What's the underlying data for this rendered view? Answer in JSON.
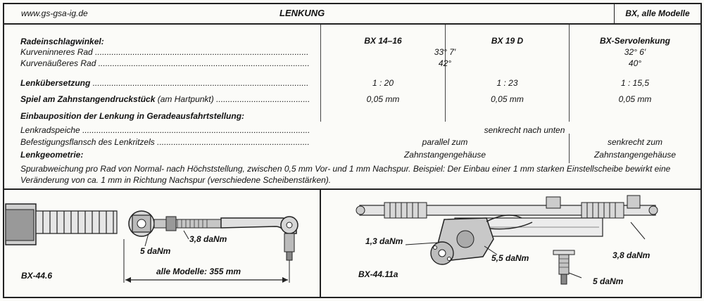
{
  "header": {
    "website": "www.gs-gsa-ig.de",
    "title": "LENKUNG",
    "scope": "BX, alle Modelle"
  },
  "table": {
    "columns": [
      "BX 14–16",
      "BX 19 D",
      "BX-Servolenkung"
    ]
  },
  "rows": {
    "radeinschlag": {
      "label": "Radeinschlagwinkel:"
    },
    "inner": {
      "label": "Kurveninneres Rad",
      "manual": "33° 7′",
      "servo": "32° 6′"
    },
    "outer": {
      "label": "Kurvenäußeres Rad",
      "manual": "42°",
      "servo": "40°"
    },
    "ratio": {
      "label": "Lenkübersetzung",
      "values": [
        "1 : 20",
        "1 : 23",
        "1 : 15,5"
      ]
    },
    "play": {
      "label": "Spiel am Zahnstangendruckstück",
      "note": "(am Hartpunkt)",
      "values": [
        "0,05 mm",
        "0,05 mm",
        "0,05 mm"
      ]
    },
    "install": {
      "label": "Einbauposition der Lenkung in Geradeausfahrtstellung:"
    },
    "spoke": {
      "label": "Lenkradspeiche",
      "value": "senkrecht nach unten"
    },
    "flange": {
      "label": "Befestigungsflansch des Lenkritzels",
      "manual": "parallel zum",
      "servo": "senkrecht zum"
    },
    "geometry": {
      "label": "Lenkgeometrie:",
      "manual": "Zahnstangengehäuse",
      "servo": "Zahnstangengehäuse"
    }
  },
  "note": "Spurabweichung pro Rad von Normal- nach Höchststellung, zwischen 0,5 mm Vor- und 1 mm Nachspur. Beispiel: Der Einbau einer 1 mm starken Einstellscheibe bewirkt eine Veränderung von ca. 1 mm in Richtung Nachspur (verschiedene Scheibenstärken).",
  "diagrams": {
    "left": {
      "torque1": "5 daNm",
      "torque2": "3,8 daNm",
      "dimension": "alle Modelle: 355 mm",
      "figure": "BX-44.6"
    },
    "right": {
      "torque1": "1,3 daNm",
      "torque2": "5,5 daNm",
      "torque3": "3,8 daNm",
      "torque4": "5 daNm",
      "figure": "BX-44.11a"
    }
  }
}
